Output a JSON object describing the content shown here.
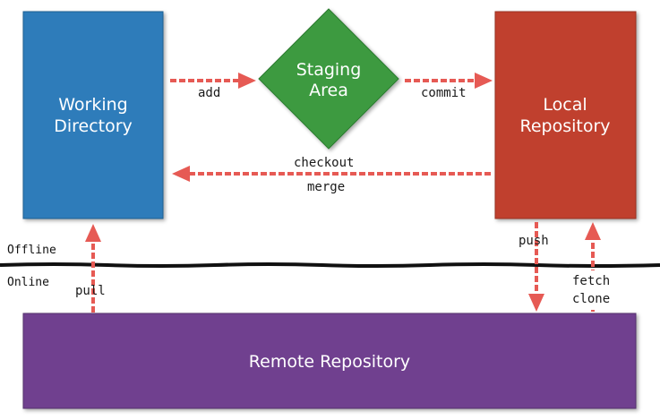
{
  "nodes": {
    "working_directory": {
      "line1": "Working",
      "line2": "Directory",
      "color": "#2d7bba"
    },
    "staging_area": {
      "line1": "Staging",
      "line2": "Area",
      "color": "#3c9a3f"
    },
    "local_repository": {
      "line1": "Local",
      "line2": "Repository",
      "color": "#c0412d"
    },
    "remote_repository": {
      "label": "Remote Repository",
      "color": "#6f3f8f"
    }
  },
  "edges": {
    "add": "add",
    "commit": "commit",
    "checkout": "checkout",
    "merge": "merge",
    "push": "push",
    "pull": "pull",
    "fetch": "fetch",
    "clone": "clone"
  },
  "zones": {
    "offline": "Offline",
    "online": "Online"
  },
  "colors": {
    "arrow": "#e65a54",
    "divider": "#111111"
  }
}
